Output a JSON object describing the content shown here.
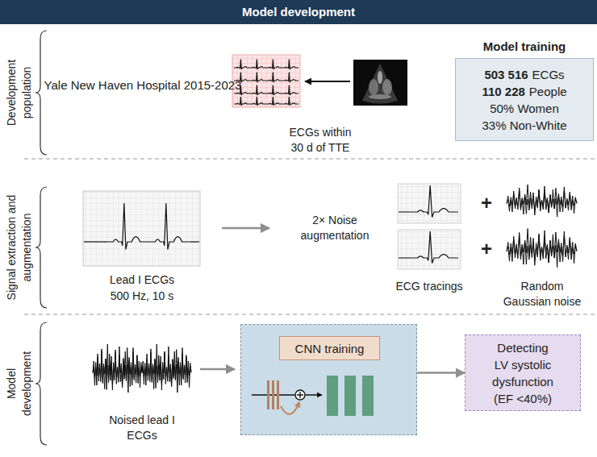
{
  "diagram": {
    "title": "Model development",
    "nodes": [
      {
        "text": [
          "Model training",
          "503 516",
          "ECGs",
          "110 228",
          "People",
          "50% Women",
          "33% Non-White"
        ]
      },
      {
        "text": []
      },
      {
        "text": [
          "CNN training"
        ],
        "in": 1
      },
      {
        "text": [
          "Detecting LV systolic dysfunction (EF <40%)"
        ]
      }
    ],
    "edges": [
      {
        "from": 1,
        "to": 3,
        "arrow": "to"
      }
    ],
    "labels": [
      "Development population",
      "Yale New Haven Hospital 2015-2023",
      "ECGs within 30 d of TTE",
      "Signal extraction and augmentation",
      "Lead I ECGs",
      "500 Hz, 10 s",
      "2× Noise augmentation",
      "+",
      "+",
      "ECG tracings",
      "Random Gaussian noise",
      "Model development",
      "Noised lead I ECGs"
    ]
  }
}
